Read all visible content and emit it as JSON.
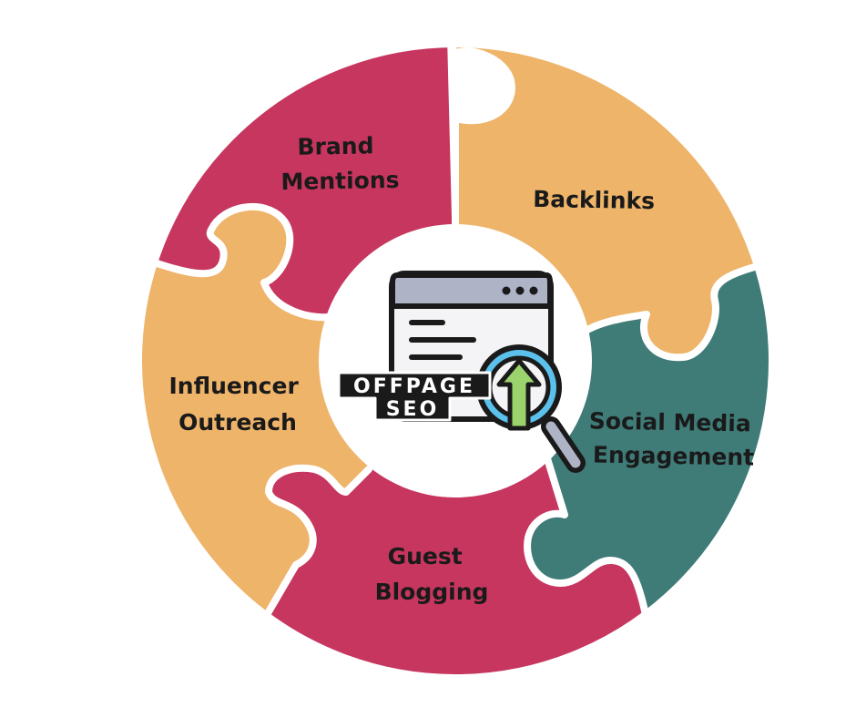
{
  "colors": {
    "crimson": "#c7365f",
    "orange": "#eeb46a",
    "teal": "#3f7b77",
    "gap": "#ffffff",
    "outline": "#1a1a1a"
  },
  "segments": [
    {
      "id": "brand-mentions",
      "color": "crimson",
      "lines": [
        "Brand",
        "Mentions"
      ]
    },
    {
      "id": "backlinks",
      "color": "orange",
      "lines": [
        "Backlinks"
      ]
    },
    {
      "id": "social-media-engagement",
      "color": "teal",
      "lines": [
        "Social Media",
        "Engagement"
      ]
    },
    {
      "id": "guest-blogging",
      "color": "crimson",
      "lines": [
        "Guest",
        "Blogging"
      ]
    },
    {
      "id": "influencer-outreach",
      "color": "orange",
      "lines": [
        "Influencer",
        "Outreach"
      ]
    }
  ],
  "center": {
    "badge_line1": "OFFPAGE",
    "badge_line2": "SEO",
    "icon": "browser-magnifier-arrow-up-icon"
  }
}
